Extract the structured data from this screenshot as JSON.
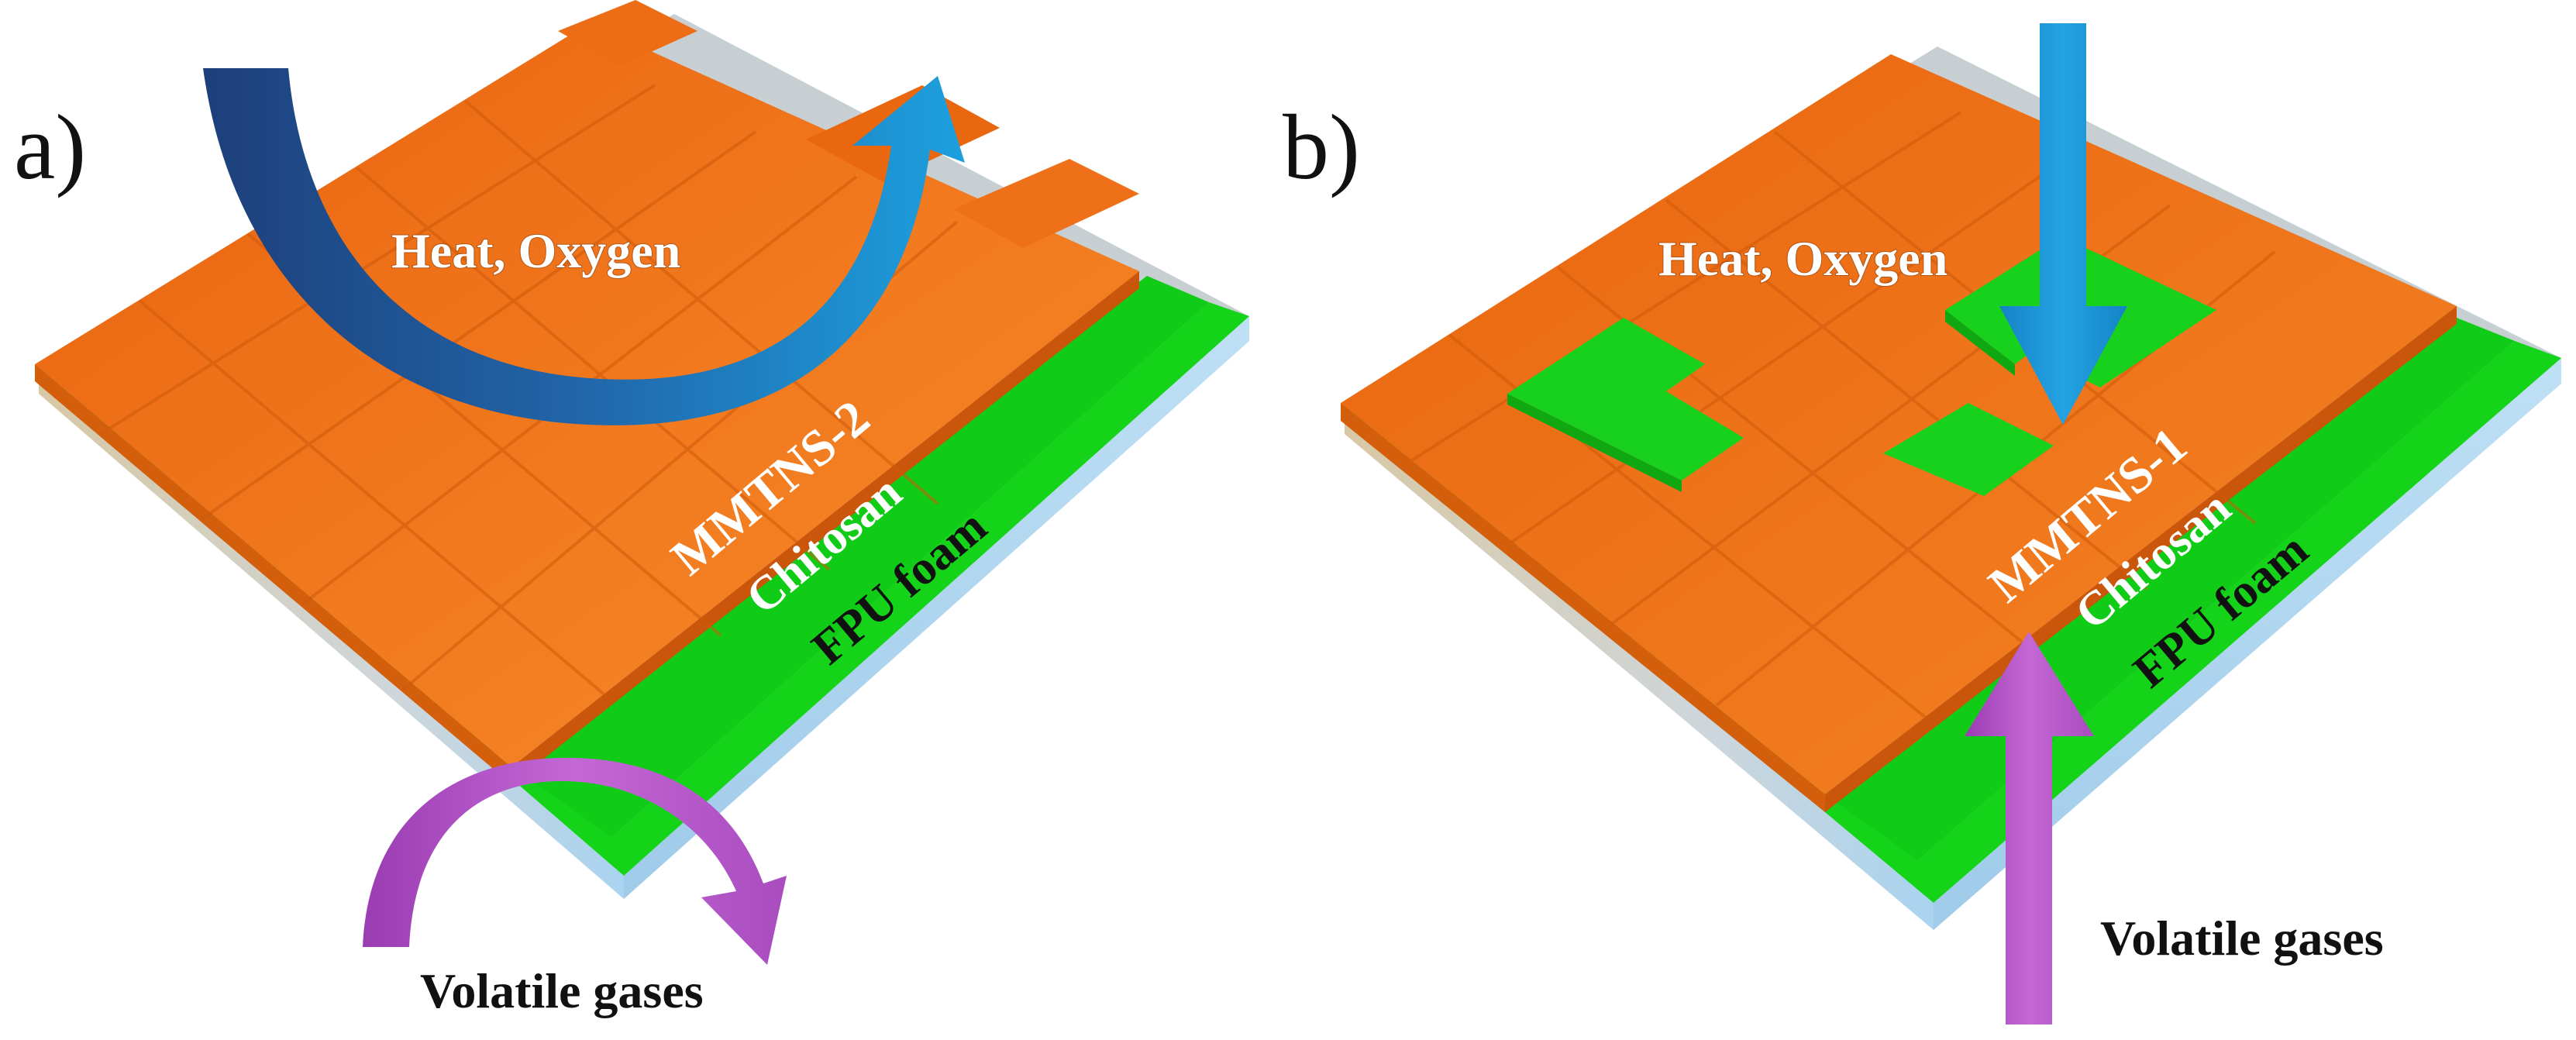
{
  "panels": [
    {
      "letter": "a)",
      "flow_label": "Heat, Oxygen",
      "layers": {
        "top": "MMTNS-2",
        "middle": "Chitosan",
        "bottom": "FPU foam"
      },
      "gas_label": "Volatile gases"
    },
    {
      "letter": "b)",
      "flow_label": "Heat, Oxygen",
      "layers": {
        "top": "MMTNS-1",
        "middle": "Chitosan",
        "bottom": "FPU foam"
      },
      "gas_label": "Volatile gases"
    }
  ],
  "colors": {
    "orange_top": "#f07318",
    "orange_side": "#d45e0c",
    "green": "#12d617",
    "foam_top": "#c9d3d9",
    "foam_side_light": "#b9dcf2",
    "foam_side_dark": "#d9c7a0",
    "arrow_blue_dark": "#1f4f8f",
    "arrow_blue_light": "#1c98d8",
    "arrow_purple": "#b455c8"
  }
}
